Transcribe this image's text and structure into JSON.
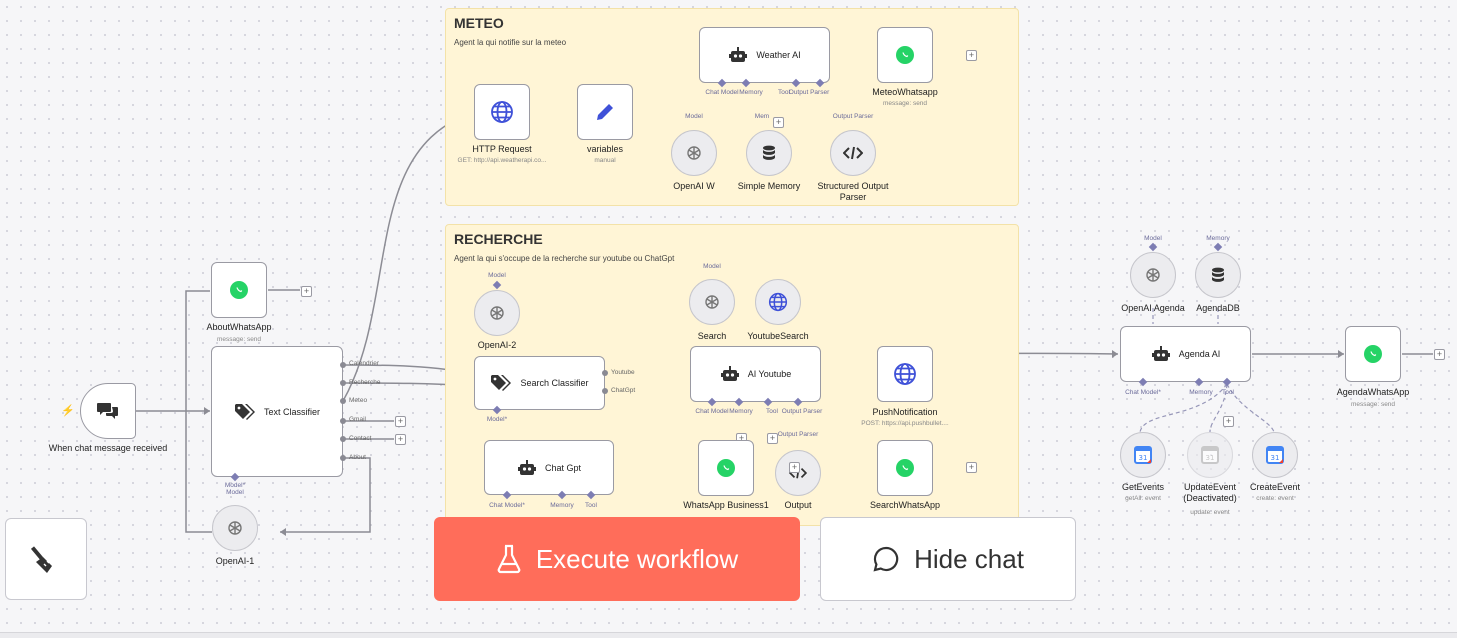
{
  "sticky_notes": {
    "meteo": {
      "title": "METEO",
      "text": "Agent la qui notifie sur la meteo"
    },
    "recherche": {
      "title": "RECHERCHE",
      "text": "Agent la qui s'occupe de la recherche sur youtube ou ChatGpt"
    }
  },
  "nodes": {
    "http_request": {
      "title": "HTTP Request",
      "sub": "GET: http://api.weatherapi.co..."
    },
    "variables": {
      "title": "variables",
      "sub": "manual"
    },
    "weather_ai": {
      "title": "Weather AI"
    },
    "meteo_whatsapp": {
      "title": "MeteoWhatsapp",
      "sub": "message: send"
    },
    "openai_w": {
      "title": "OpenAI W"
    },
    "simple_memory": {
      "title": "Simple Memory"
    },
    "structured_output": {
      "title": "Structured Output Parser"
    },
    "chat_trigger": {
      "title": "When chat message received"
    },
    "about_whatsapp": {
      "title": "AboutWhatsApp",
      "sub": "message: send"
    },
    "text_classifier": {
      "title": "Text Classifier"
    },
    "openai_1": {
      "title": "OpenAI-1"
    },
    "openai_2": {
      "title": "OpenAI-2"
    },
    "search_classifier": {
      "title": "Search Classifier"
    },
    "chat_gpt": {
      "title": "Chat Gpt"
    },
    "search": {
      "title": "Search"
    },
    "youtube_search": {
      "title": "YoutubeSearch"
    },
    "ai_youtube": {
      "title": "AI Youtube"
    },
    "whatsapp_business1": {
      "title": "WhatsApp Business1"
    },
    "output": {
      "title": "Output"
    },
    "push_notification": {
      "title": "PushNotification",
      "sub": "POST: https://api.pushbullet...."
    },
    "search_whatsapp": {
      "title": "SearchWhatsApp"
    },
    "openai_agenda": {
      "title": "OpenAI Agenda"
    },
    "agenda_db": {
      "title": "AgendaDB"
    },
    "agenda_ai": {
      "title": "Agenda AI"
    },
    "agenda_whatsapp": {
      "title": "AgendaWhatsApp",
      "sub": "message: send"
    },
    "get_events": {
      "title": "GetEvents",
      "sub": "getAll: event"
    },
    "update_event": {
      "title": "UpdateEvent (Deactivated)",
      "sub": "update: event"
    },
    "create_event": {
      "title": "CreateEvent",
      "sub": "create: event"
    }
  },
  "ports": {
    "weather": [
      "Chat Model",
      "Memory",
      "Tool",
      "Output Parser"
    ],
    "weather_sub": [
      "Model",
      "Mem",
      "Output Parser"
    ],
    "classifier_outputs": [
      "Calendrier",
      "Recherche",
      "Meteo",
      "Gmail",
      "Contact",
      "About"
    ],
    "classifier_model": "Model*",
    "openai1_model": "Model",
    "openai2_model": "Model",
    "search_classifier_outputs": [
      "Youtube",
      "ChatGpt"
    ],
    "search_classifier_model": "Model*",
    "chatgpt": [
      "Chat Model*",
      "Memory",
      "Tool"
    ],
    "search_model": "Model",
    "youtube": [
      "Chat Model",
      "Memory",
      "Tool",
      "Output Parser"
    ],
    "output_parser": "Output Parser",
    "agenda_top": [
      "Model",
      "Memory"
    ],
    "agenda": [
      "Chat Model*",
      "Memory",
      "Tool"
    ]
  },
  "buttons": {
    "execute": "Execute workflow",
    "hide_chat": "Hide chat"
  },
  "icons": {
    "trigger": "lightning-icon",
    "chat": "chat-bubbles-icon",
    "execute": "flask-icon",
    "hide": "chat-bubble-icon",
    "clear": "broom-icon"
  },
  "colors": {
    "accent": "#ff6d5a",
    "sticky": "#fff5d6",
    "whatsapp": "#25d366",
    "globe": "#3f51d8",
    "port": "#7d7db3"
  }
}
